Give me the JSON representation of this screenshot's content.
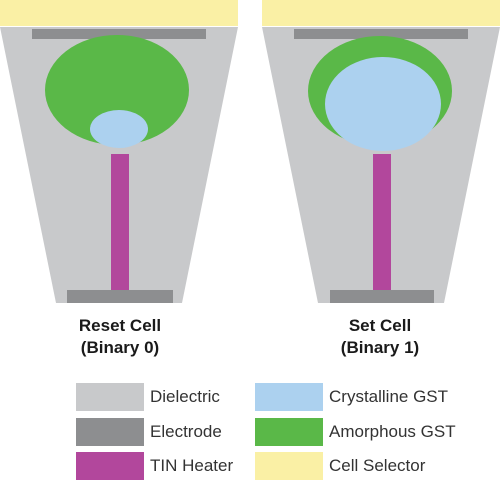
{
  "colors": {
    "dielectric": "#c8c9cb",
    "electrode": "#8d8e90",
    "tin_heater": "#b2479c",
    "crystalline_gst": "#acd1ef",
    "amorphous_gst": "#5ab848",
    "cell_selector": "#faf0a5"
  },
  "cells": [
    {
      "id": "reset",
      "title": "Reset Cell",
      "subtitle": "(Binary 0)"
    },
    {
      "id": "set",
      "title": "Set Cell",
      "subtitle": "(Binary 1)"
    }
  ],
  "legend": [
    {
      "key": "dielectric",
      "label": "Dielectric"
    },
    {
      "key": "crystalline_gst",
      "label": "Crystalline GST"
    },
    {
      "key": "electrode",
      "label": "Electrode"
    },
    {
      "key": "amorphous_gst",
      "label": "Amorphous GST"
    },
    {
      "key": "tin_heater",
      "label": "TIN Heater"
    },
    {
      "key": "cell_selector",
      "label": "Cell Selector"
    }
  ]
}
